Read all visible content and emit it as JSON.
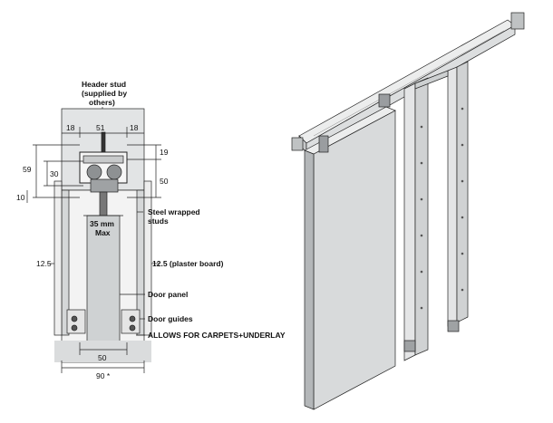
{
  "labels": {
    "header_stud": [
      "Header stud",
      "(supplied by",
      "others)"
    ],
    "steel_wrapped_studs": [
      "Steel wrapped",
      "studs"
    ],
    "clearance": [
      "35 mm",
      "Max"
    ],
    "plaster_board": "12.5 (plaster board)",
    "door_panel": "Door panel",
    "door_guides": "Door guides",
    "carpets_note": "ALLOWS FOR CARPETS+UNDERLAY"
  },
  "dimensions": {
    "left_18": "18",
    "center_51": "51",
    "right_18": "18",
    "d59": "59",
    "d30": "30",
    "d10": "10",
    "d19": "19",
    "d50_right": "50",
    "d12_5_left": "12.5",
    "d50_bottom": "50",
    "d90": "90 *"
  },
  "colors": {
    "panel_fill": "#d8dadb",
    "light_fill": "#e8e9ea",
    "line": "#222222"
  }
}
